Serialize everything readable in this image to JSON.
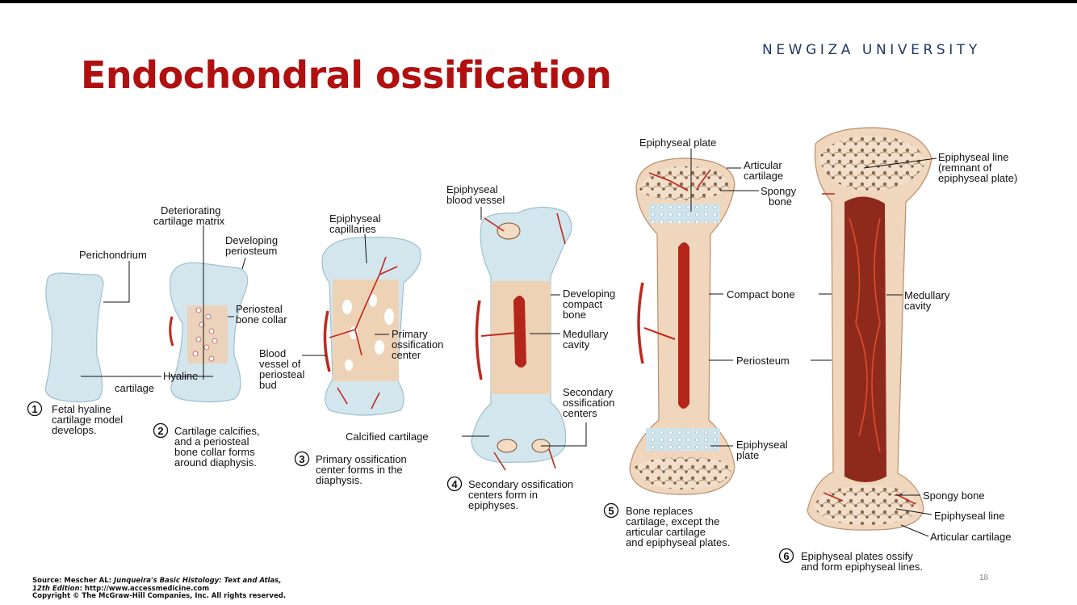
{
  "header": {
    "title": "Endochondral ossification",
    "university": "NEWGIZA UNIVERSITY",
    "page_number": "18"
  },
  "source": {
    "line1_prefix": "Source: Mescher AL: ",
    "line1_italic": "Junqueira's Basic Histology: Text and Atlas,",
    "line2_italic": "12th Edition",
    "line2_rest": ": http://www.accessmedicine.com",
    "copyright": "Copyright © The McGraw-Hill Companies, Inc. All rights reserved."
  },
  "colors": {
    "title": "#b01010",
    "university": "#1f3864",
    "cartilage": "#cfe3ec",
    "bone": "#efd6bc",
    "vessel": "#c0281c"
  },
  "labels": {
    "perichondrium": "Perichondrium",
    "hyaline_cartilage": [
      "Hyaline",
      "cartilage"
    ],
    "deteriorating_matrix": [
      "Deteriorating",
      "cartilage matrix"
    ],
    "developing_periosteum": [
      "Developing",
      "periosteum"
    ],
    "periosteal_bone_collar": [
      "Periosteal",
      "bone collar"
    ],
    "blood_vessel_bud": [
      "Blood",
      "vessel of",
      "periosteal",
      "bud"
    ],
    "epiphyseal_capillaries": [
      "Epiphyseal",
      "capillaries"
    ],
    "primary_ossification_center": [
      "Primary",
      "ossification",
      "center"
    ],
    "epiphyseal_blood_vessel": [
      "Epiphyseal",
      "blood vessel"
    ],
    "developing_compact_bone": [
      "Developing",
      "compact",
      "bone"
    ],
    "medullary_cavity_4": [
      "Medullary",
      "cavity"
    ],
    "secondary_ossification_centers": [
      "Secondary",
      "ossification",
      "centers"
    ],
    "calcified_cartilage": "Calcified cartilage",
    "epiphyseal_plate_top": "Epiphyseal plate",
    "articular_cartilage_5": [
      "Articular",
      "cartilage"
    ],
    "spongy_bone_5": [
      "Spongy",
      "bone"
    ],
    "compact_bone": "Compact bone",
    "periosteum": "Periosteum",
    "epiphyseal_plate_5": [
      "Epiphyseal",
      "plate"
    ],
    "epiphyseal_line_top": [
      "Epiphyseal line",
      "(remnant of",
      "epiphyseal plate)"
    ],
    "medullary_cavity_6": [
      "Medullary",
      "cavity"
    ],
    "spongy_bone_6": "Spongy bone",
    "epiphyseal_line_6": "Epiphyseal line",
    "articular_cartilage_6": "Articular cartilage"
  },
  "steps": [
    {
      "num": "1",
      "lines": [
        "Fetal hyaline",
        "cartilage model",
        "develops."
      ]
    },
    {
      "num": "2",
      "lines": [
        "Cartilage calcifies,",
        "and a periosteal",
        "bone collar forms",
        "around diaphysis."
      ]
    },
    {
      "num": "3",
      "lines": [
        "Primary ossification",
        "center forms in the",
        "diaphysis."
      ]
    },
    {
      "num": "4",
      "lines": [
        "Secondary ossification",
        "centers form in",
        "epiphyses."
      ]
    },
    {
      "num": "5",
      "lines": [
        "Bone replaces",
        "cartilage, except the",
        "articular cartilage",
        "and epiphyseal plates."
      ]
    },
    {
      "num": "6",
      "lines": [
        "Epiphyseal plates ossify",
        "and form epiphyseal lines."
      ]
    }
  ]
}
